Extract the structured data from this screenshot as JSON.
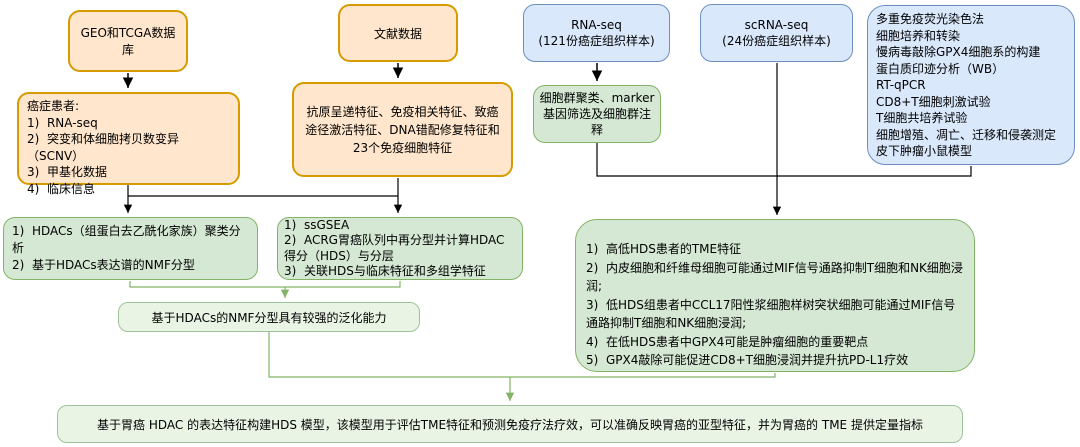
{
  "title": "胃癌HDAC研究流程图",
  "colors": {
    "orange_fill": "#FFE6CC",
    "orange_border": "#D79B00",
    "blue_fill": "#DAE8FC",
    "blue_border": "#6C8EBF",
    "green_fill": "#D5E8D4",
    "green_border": "#82B366",
    "light_green_fill": "#E9F4E5",
    "light_green_border": "#9CC498",
    "connector_black": "#000000",
    "connector_green": "#82B366"
  },
  "boxes": {
    "geo_tcga_db": {
      "text": "GEO和TCGA数据库"
    },
    "literature_data": {
      "text": "文献数据"
    },
    "rna_seq": {
      "text": "RNA-seq\n(121份癌症组织样本)"
    },
    "sc_rna_seq": {
      "text": "scRNA-seq\n(24份癌症组织样本)"
    },
    "experimental_methods": {
      "text": "多重免疫荧光染色法\n细胞培养和转染\n慢病毒敲除GPX4细胞系的构建\n蛋白质印迹分析（WB）\nRT-qPCR\nCD8+T细胞刺激试验\nT细胞共培养试验\n细胞增殖、凋亡、迁移和侵袭测定\n皮下肿瘤小鼠模型"
    },
    "cancer_patients": {
      "text": "癌症患者:\n1)  RNA-seq\n2)  突变和体细胞拷贝数变异（SCNV）\n3)  甲基化数据\n4)  临床信息"
    },
    "signatures": {
      "text": "抗原呈递特征、免疫相关特征、致癌途径激活特征、DNA错配修复特征和23个免疫细胞特征"
    },
    "cell_clustering": {
      "text": "细胞群聚类、marker基因筛选及细胞群注释"
    },
    "hdacs_analysis": {
      "text": "1)  HDACs（组蛋白去乙酰化家族）聚类分析\n2)  基于HDACs表达谱的NMF分型"
    },
    "ssgsea_analysis": {
      "text": "1)  ssGSEA\n2)  ACRG胃癌队列中再分型并计算HDAC得分（HDS）与分层\n3)  关联HDS与临床特征和多组学特征"
    },
    "hds_findings": {
      "text": "1)  高低HDS患者的TME特征\n2)  内皮细胞和纤维母细胞可能通过MIF信号通路抑制T细胞和NK细胞浸润;\n3)  低HDS组患者中CCL17阳性浆细胞样树突状细胞可能通过MIF信号通路抑制T细胞和NK细胞浸润;\n4)  在低HDS患者中GPX4可能是肿瘤细胞的重要靶点\n5)  GPX4敲除可能促进CD8+T细胞浸润并提升抗PD-L1疗效"
    },
    "nmf_generalization": {
      "text": "基于HDACs的NMF分型具有较强的泛化能力"
    },
    "conclusion": {
      "text": "基于胃癌 HDAC 的表达特征构建HDS 模型，该模型用于评估TME特征和预测免疫疗法疗效，可以准确反映胃癌的亚型特征，并为胃癌的 TME 提供定量指标"
    }
  }
}
